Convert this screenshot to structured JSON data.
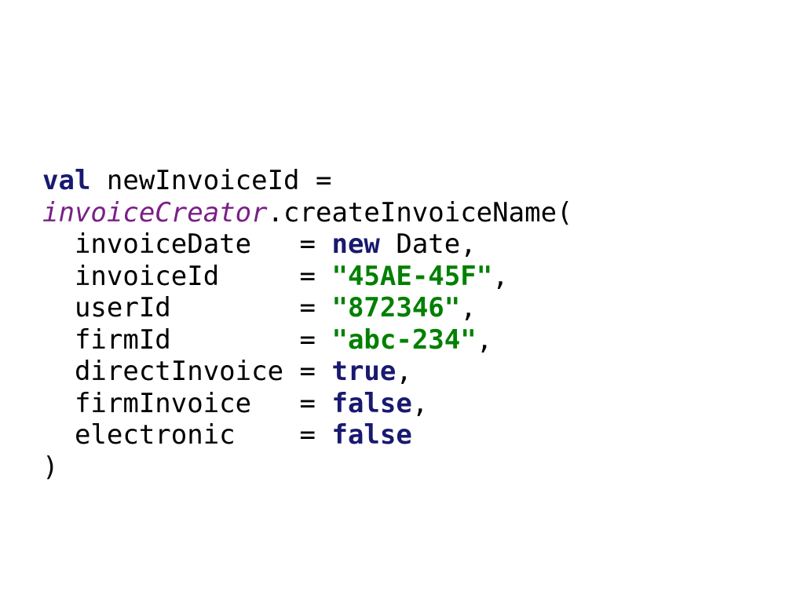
{
  "slide": {
    "background_color": "#ffffff",
    "kind": "code-snippet"
  },
  "theme": {
    "keyword_color": "#191970",
    "boolean_color": "#191970",
    "string_color": "#008000",
    "identifier_color": "#7A1F87",
    "plain_text_color": "#000000",
    "background_color": "#ffffff"
  },
  "code": {
    "language_style": "scala-named-arguments",
    "lines": [
      {
        "id": "line-1",
        "tokens": [
          {
            "text": "val",
            "kind": "keyword"
          },
          {
            "text": " newInvoiceId =",
            "kind": "plain"
          }
        ]
      },
      {
        "id": "line-2",
        "tokens": [
          {
            "text": "invoiceCreator",
            "kind": "identifier-italic"
          },
          {
            "text": ".createInvoiceName(",
            "kind": "plain"
          }
        ]
      },
      {
        "id": "line-3",
        "tokens": [
          {
            "text": "  invoiceDate   = ",
            "kind": "plain"
          },
          {
            "text": "new",
            "kind": "keyword"
          },
          {
            "text": " Date,",
            "kind": "plain"
          }
        ]
      },
      {
        "id": "line-4",
        "tokens": [
          {
            "text": "  invoiceId     = ",
            "kind": "plain"
          },
          {
            "text": "\"45AE-45F\"",
            "kind": "string"
          },
          {
            "text": ",",
            "kind": "plain"
          }
        ]
      },
      {
        "id": "line-5",
        "tokens": [
          {
            "text": "  userId        = ",
            "kind": "plain"
          },
          {
            "text": "\"872346\"",
            "kind": "string"
          },
          {
            "text": ",",
            "kind": "plain"
          }
        ]
      },
      {
        "id": "line-6",
        "tokens": [
          {
            "text": "  firmId        = ",
            "kind": "plain"
          },
          {
            "text": "\"abc-234\"",
            "kind": "string"
          },
          {
            "text": ",",
            "kind": "plain"
          }
        ]
      },
      {
        "id": "line-7",
        "tokens": [
          {
            "text": "  directInvoice = ",
            "kind": "plain"
          },
          {
            "text": "true",
            "kind": "boolean"
          },
          {
            "text": ",",
            "kind": "plain"
          }
        ]
      },
      {
        "id": "line-8",
        "tokens": [
          {
            "text": "  firmInvoice   = ",
            "kind": "plain"
          },
          {
            "text": "false",
            "kind": "boolean"
          },
          {
            "text": ",",
            "kind": "plain"
          }
        ]
      },
      {
        "id": "line-9",
        "tokens": [
          {
            "text": "  electronic    = ",
            "kind": "plain"
          },
          {
            "text": "false",
            "kind": "boolean"
          }
        ]
      },
      {
        "id": "line-10",
        "tokens": [
          {
            "text": ")",
            "kind": "plain"
          }
        ]
      }
    ]
  }
}
